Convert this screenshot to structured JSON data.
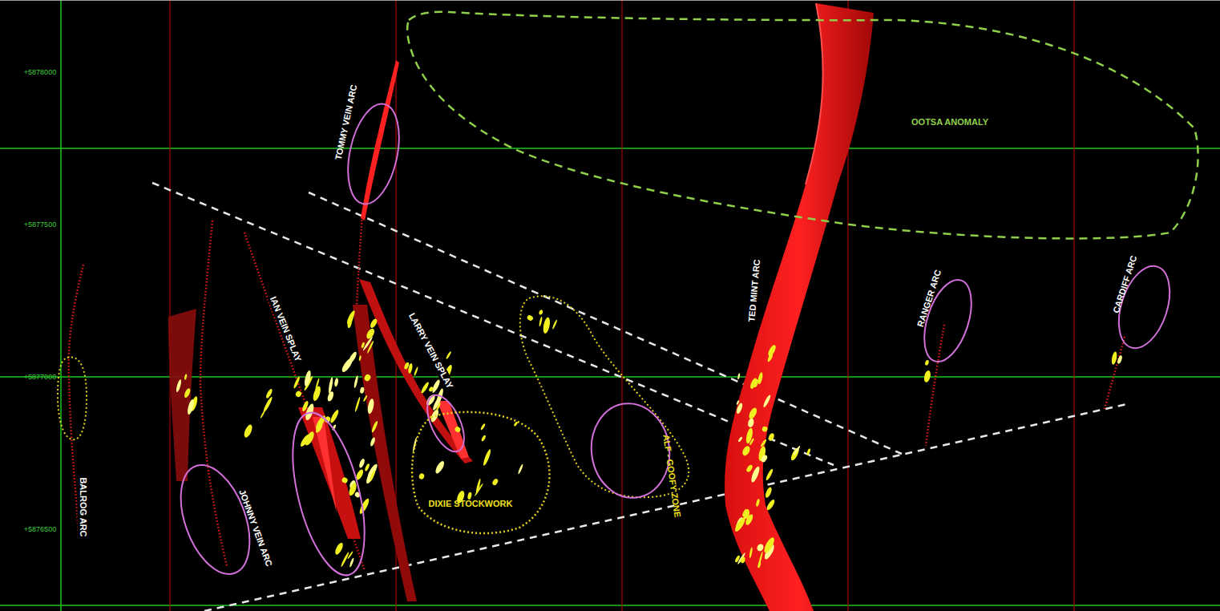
{
  "diagram": {
    "nodes": [
      {
        "text": [
          "TOMMY VEIN ARC"
        ]
      },
      {
        "text": [
          "JOHNNY VEIN ARC"
        ]
      },
      {
        "text": [
          "DIXIE STOCKWORK"
        ]
      },
      {
        "text": [
          "ALF - GOOFY ZONE"
        ]
      },
      {
        "text": [
          "OOTSA ANOMALY"
        ]
      },
      {
        "text": [
          "RANGER ARC"
        ]
      },
      {
        "text": [
          "CARDIFF ARC"
        ]
      }
    ],
    "labels": [
      "+5878000",
      "+5877500",
      "+5877000",
      "+5876500",
      "BALROG ARC",
      "IAN VEIN SPLAY",
      "LARRY VEIN SPLAY",
      "TED MINT ARC"
    ]
  }
}
